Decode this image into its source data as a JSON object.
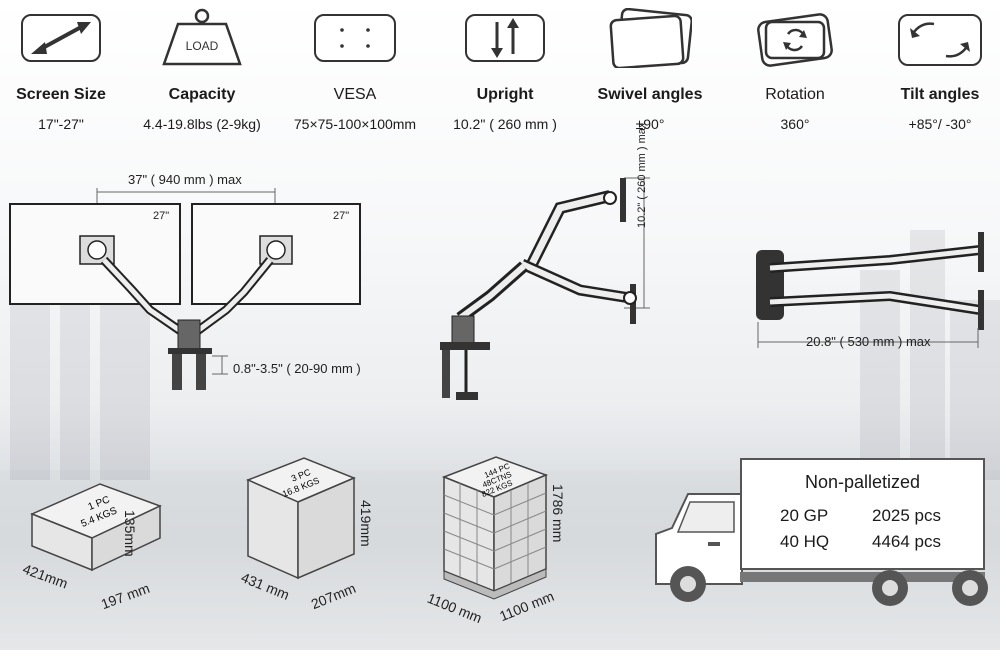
{
  "features": [
    {
      "name": "Screen Size",
      "value": "17\"-27\"",
      "icon": "diagonal-arrow-icon"
    },
    {
      "name": "Capacity",
      "value": "4.4-19.8lbs (2-9kg)",
      "icon": "load-weight-icon",
      "icon_text": "LOAD"
    },
    {
      "name": "VESA",
      "value": "75×75-100×100mm",
      "icon": "vesa-pattern-icon"
    },
    {
      "name": "Upright",
      "value": "10.2\" ( 260 mm )",
      "icon": "up-down-arrows-icon"
    },
    {
      "name": "Swivel angles",
      "value": "±90°",
      "icon": "swivel-icon"
    },
    {
      "name": "Rotation",
      "value": "360°",
      "icon": "rotation-icon"
    },
    {
      "name": "Tilt angles",
      "value": "+85°/  -30°",
      "icon": "tilt-icon"
    }
  ],
  "dual_monitor": {
    "span": "37\" ( 940 mm ) max",
    "left_size": "27\"",
    "right_size": "27\"",
    "desk_thickness": "0.8\"-3.5\" ( 20-90 mm )"
  },
  "side_view": {
    "height": "10.2\" ( 260 mm ) max"
  },
  "top_view": {
    "reach": "20.8\" ( 530 mm ) max"
  },
  "packages": [
    {
      "label_line1": "1 PC",
      "label_line2": "5.4 KGS",
      "length": "421mm",
      "width": "197 mm",
      "height": "135mm"
    },
    {
      "label_line1": "3 PC",
      "label_line2": "16.8 KGS",
      "length": "431 mm",
      "width": "207mm",
      "height": "419mm"
    },
    {
      "label_line1": "144 PC",
      "label_line2": "48CTNS",
      "label_line3": "822 KGS",
      "length": "1100 mm",
      "width": "1100 mm",
      "height": "1786 mm"
    }
  ],
  "shipping": {
    "title": "Non-palletized",
    "rows": [
      {
        "container": "20 GP",
        "qty": "2025 pcs"
      },
      {
        "container": "40 HQ",
        "qty": "4464 pcs"
      }
    ]
  }
}
